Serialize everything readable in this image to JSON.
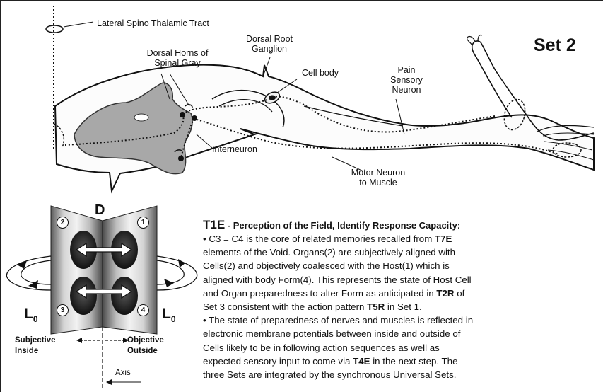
{
  "diagram": {
    "set_title": "Set 2",
    "labels": {
      "spino_thalamic": "Lateral Spino Thalamic Tract",
      "dorsal_horns_line1": "Dorsal Horns of",
      "dorsal_horns_line2": "Spinal Gray",
      "dorsal_root_line1": "Dorsal Root",
      "dorsal_root_line2": "Ganglion",
      "cell_body": "Cell body",
      "pain_line1": "Pain",
      "pain_line2": "Sensory",
      "pain_line3": "Neuron",
      "interneuron": "Interneuron",
      "motor_line1": "Motor Neuron",
      "motor_line2": "to Muscle"
    },
    "schematic": {
      "d_letter": "D",
      "lo_left": "L",
      "lo_right": "L",
      "lo_sub": "0",
      "numbers": [
        "2",
        "1",
        "3",
        "4"
      ],
      "subjective_line1": "Subjective",
      "subjective_line2": "Inside",
      "objective_line1": "Objective",
      "objective_line2": "Outside",
      "axis": "Axis"
    }
  },
  "text": {
    "heading_code": "T1E",
    "heading_text": " - Perception of the Field, Identify Response Capacity:",
    "lines": [
      [
        {
          "t": "• C3 = C4 is the core of related memories recalled from "
        },
        {
          "t": "T7E",
          "b": true
        }
      ],
      [
        {
          "t": "elements of the Void. Organs(2) are subjectively aligned with"
        }
      ],
      [
        {
          "t": "Cells(2) and objectively coalesced with the Host(1) which is"
        }
      ],
      [
        {
          "t": "aligned with body Form(4). This represents the state of Host Cell"
        }
      ],
      [
        {
          "t": "and Organ preparedness to alter Form as anticipated in "
        },
        {
          "t": "T2R",
          "b": true
        },
        {
          "t": " of"
        }
      ],
      [
        {
          "t": "Set 3 consistent with the action pattern "
        },
        {
          "t": "T5R",
          "b": true
        },
        {
          "t": " in Set 1."
        }
      ],
      [
        {
          "t": "• The state of preparedness of nerves and muscles is reflected in"
        }
      ],
      [
        {
          "t": "electronic membrane potentials between inside and outside of"
        }
      ],
      [
        {
          "t": "Cells likely to be in following action sequences as well as"
        }
      ],
      [
        {
          "t": "expected sensory input to come via "
        },
        {
          "t": "T4E",
          "b": true
        },
        {
          "t": " in the next step. The"
        }
      ],
      [
        {
          "t": "three Sets are integrated by the synchronous Universal Sets."
        }
      ]
    ]
  }
}
